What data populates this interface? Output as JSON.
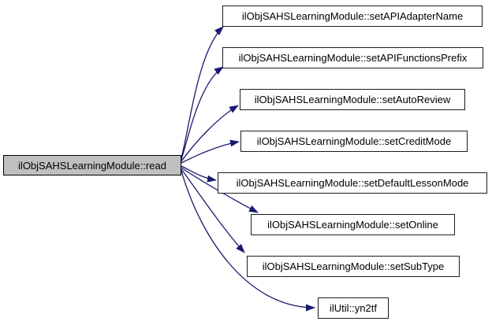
{
  "graph": {
    "type": "call-graph",
    "root": {
      "id": "read",
      "label": "ilObjSAHSLearningModule::read"
    },
    "callees": [
      {
        "id": "setAPIAdapterName",
        "label": "ilObjSAHSLearningModule::setAPIAdapterName"
      },
      {
        "id": "setAPIFunctionsPrefix",
        "label": "ilObjSAHSLearningModule::setAPIFunctionsPrefix"
      },
      {
        "id": "setAutoReview",
        "label": "ilObjSAHSLearningModule::setAutoReview"
      },
      {
        "id": "setCreditMode",
        "label": "ilObjSAHSLearningModule::setCreditMode"
      },
      {
        "id": "setDefaultLessonMode",
        "label": "ilObjSAHSLearningModule::setDefaultLessonMode"
      },
      {
        "id": "setOnline",
        "label": "ilObjSAHSLearningModule::setOnline"
      },
      {
        "id": "setSubType",
        "label": "ilObjSAHSLearningModule::setSubType"
      },
      {
        "id": "yn2tf",
        "label": "ilUtil::yn2tf"
      }
    ],
    "edges": [
      {
        "from": "read",
        "to": "setAPIAdapterName"
      },
      {
        "from": "read",
        "to": "setAPIFunctionsPrefix"
      },
      {
        "from": "read",
        "to": "setAutoReview"
      },
      {
        "from": "read",
        "to": "setCreditMode"
      },
      {
        "from": "read",
        "to": "setDefaultLessonMode"
      },
      {
        "from": "read",
        "to": "setOnline"
      },
      {
        "from": "read",
        "to": "setSubType"
      },
      {
        "from": "read",
        "to": "yn2tf"
      }
    ],
    "colors": {
      "edge": "#191970",
      "root_fill": "#c0c0c0",
      "node_fill": "#ffffff",
      "node_border": "#1c1c1c",
      "background": "#ffffff"
    }
  }
}
